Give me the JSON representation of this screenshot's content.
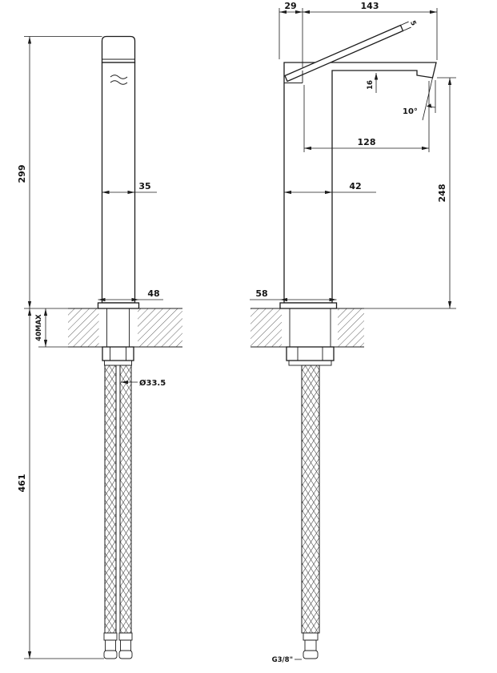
{
  "drawing": {
    "type": "faucet-dimensional-drawing",
    "views": [
      "front",
      "side"
    ]
  },
  "front_view": {
    "height": "299",
    "spout_width": "35",
    "base_width": "48",
    "max_counter_thickness": "40MAX",
    "shank_diameter": "Ø33.5",
    "hose_length": "461"
  },
  "side_view": {
    "handle_offset": "29",
    "spout_reach": "143",
    "lever_thickness": "5",
    "outlet_height": "16",
    "spout_angle": "10°",
    "spout_projection": "128",
    "body_depth": "42",
    "outlet_to_deck_height": "248",
    "base_depth": "58",
    "thread_size": "G3/8\""
  }
}
